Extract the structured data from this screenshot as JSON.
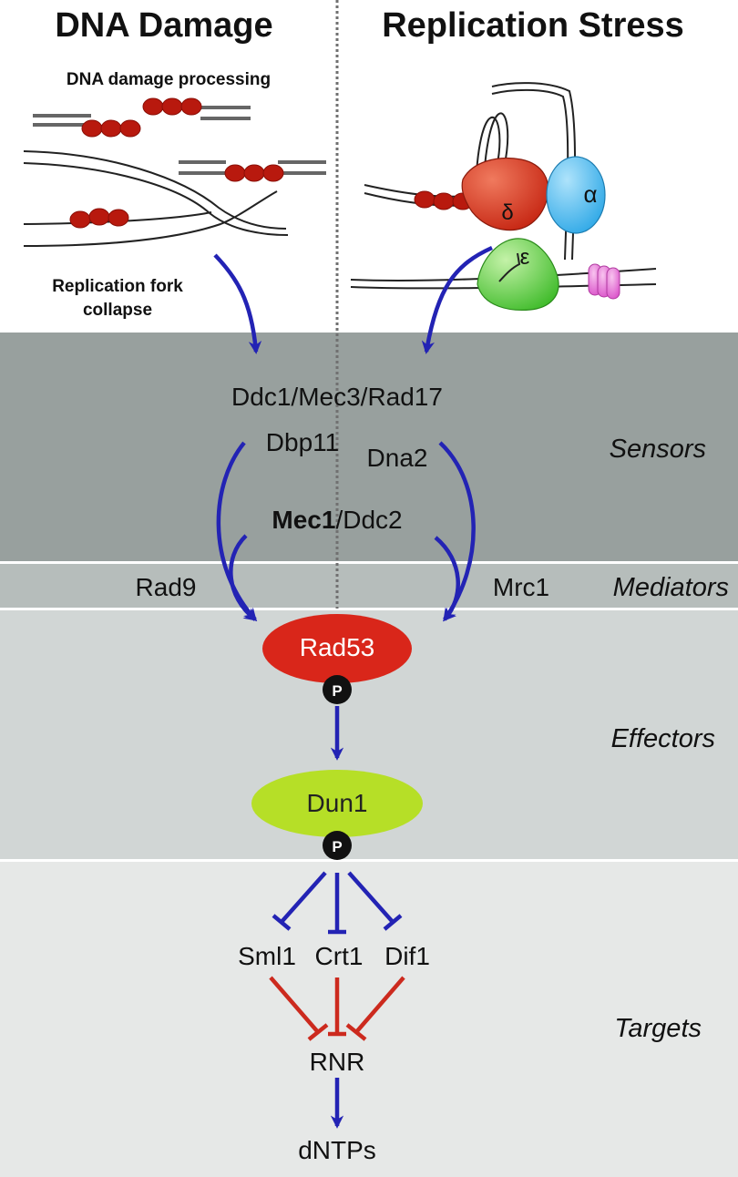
{
  "headers": {
    "left": "DNA Damage",
    "right": "Replication Stress"
  },
  "damage": {
    "processing": "DNA damage processing",
    "fork_collapse_line1": "Replication fork",
    "fork_collapse_line2": "collapse"
  },
  "replisome": {
    "delta": "δ",
    "alpha": "α",
    "epsilon": "ε"
  },
  "bands": {
    "sensors": "Sensors",
    "mediators": "Mediators",
    "effectors": "Effectors",
    "targets": "Targets"
  },
  "nodes": {
    "ddc1": "Ddc1/Mec3/Rad17",
    "dbp11": "Dbp11",
    "dna2": "Dna2",
    "mec1_bold": "Mec1",
    "mec1_rest": "/Ddc2",
    "rad9": "Rad9",
    "mrc1": "Mrc1",
    "rad53": "Rad53",
    "dun1": "Dun1",
    "phospho": "P",
    "sml1": "Sml1",
    "crt1": "Crt1",
    "dif1": "Dif1",
    "rnr": "RNR",
    "dntps": "dNTPs"
  },
  "colors": {
    "sensors_band": "#98a09e",
    "mediators_band": "#b6bdbb",
    "effectors_band": "#d1d6d5",
    "targets_band": "#e6e8e7",
    "activation_arrow": "#2323b4",
    "inhibition_bar": "#cc2a1e",
    "nucleosome": "#b8190e",
    "rad53": "#d9261a",
    "dun1": "#b6df27",
    "pol_delta": "#d5301f",
    "pol_alpha": "#43b4ea",
    "pol_epsilon": "#5fcd3c",
    "mcm": "#e872d8"
  }
}
